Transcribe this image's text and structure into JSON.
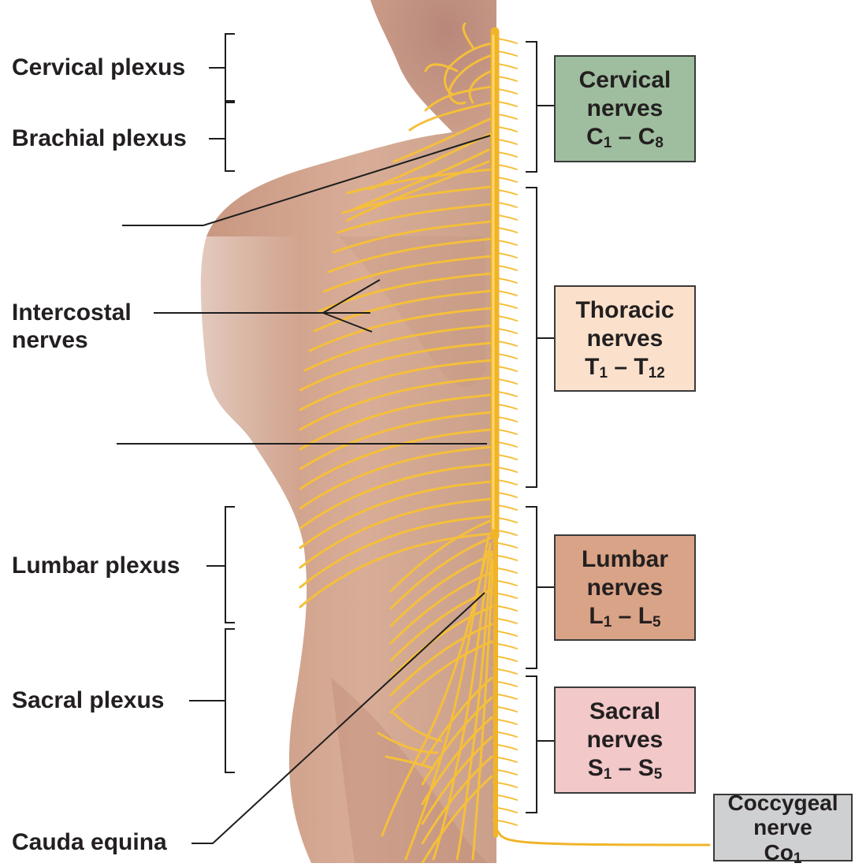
{
  "left_labels": {
    "cervical_plexus": "Cervical plexus",
    "brachial_plexus": "Brachial plexus",
    "intercostal_line1": "Intercostal",
    "intercostal_line2": "nerves",
    "lumbar_plexus": "Lumbar plexus",
    "sacral_plexus": "Sacral plexus",
    "cauda_equina": "Cauda equina"
  },
  "boxes": {
    "cervical": {
      "line1": "Cervical",
      "line2": "nerves",
      "a": "C",
      "a_sub": "1",
      "dash": "–",
      "b": "C",
      "b_sub": "8",
      "color": "#9fbe9f"
    },
    "thoracic": {
      "line1": "Thoracic",
      "line2": "nerves",
      "a": "T",
      "a_sub": "1",
      "dash": "–",
      "b": "T",
      "b_sub": "12",
      "color": "#fbe1cc"
    },
    "lumbar": {
      "line1": "Lumbar",
      "line2": "nerves",
      "a": "L",
      "a_sub": "1",
      "dash": "–",
      "b": "L",
      "b_sub": "5",
      "color": "#d9a387"
    },
    "sacral": {
      "line1": "Sacral",
      "line2": "nerves",
      "a": "S",
      "a_sub": "1",
      "dash": "–",
      "b": "S",
      "b_sub": "5",
      "color": "#f2c8c8"
    },
    "coccygeal": {
      "line1": "Coccygeal",
      "line2": "nerve",
      "a": "Co",
      "a_sub": "1",
      "color": "#cfd0d2"
    }
  },
  "colors": {
    "skin": "#d2a48e",
    "skin_shadow": "#b98571",
    "nerve": "#f7c23a",
    "nerve_dark": "#e0a20f",
    "leader_line": "#1e1e1e"
  }
}
